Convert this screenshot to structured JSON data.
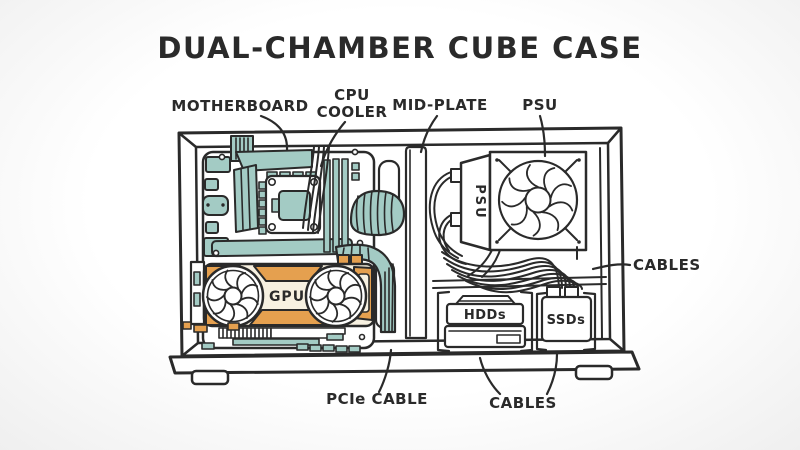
{
  "title": "DUAL-CHAMBER CUBE CASE",
  "labels": {
    "motherboard": "MOTHERBOARD",
    "cpu_cooler_line1": "CPU",
    "cpu_cooler_line2": "COOLER",
    "mid_plate": "MID-PLATE",
    "psu": "PSU",
    "cables_right": "CABLES",
    "pcie_cable": "PCIe CABLE",
    "cables_bottom": "CABLES"
  },
  "components": {
    "gpu": "GPU",
    "psu_unit": "PSU",
    "hdds": "HDDs",
    "ssds": "SSDs"
  },
  "colors": {
    "ink": "#2a2a2a",
    "teal": "#a3cbc4",
    "teal_dark": "#8fbdb5",
    "orange": "#e5a04f",
    "cream": "#f7f1e1",
    "paper": "#ffffff"
  }
}
